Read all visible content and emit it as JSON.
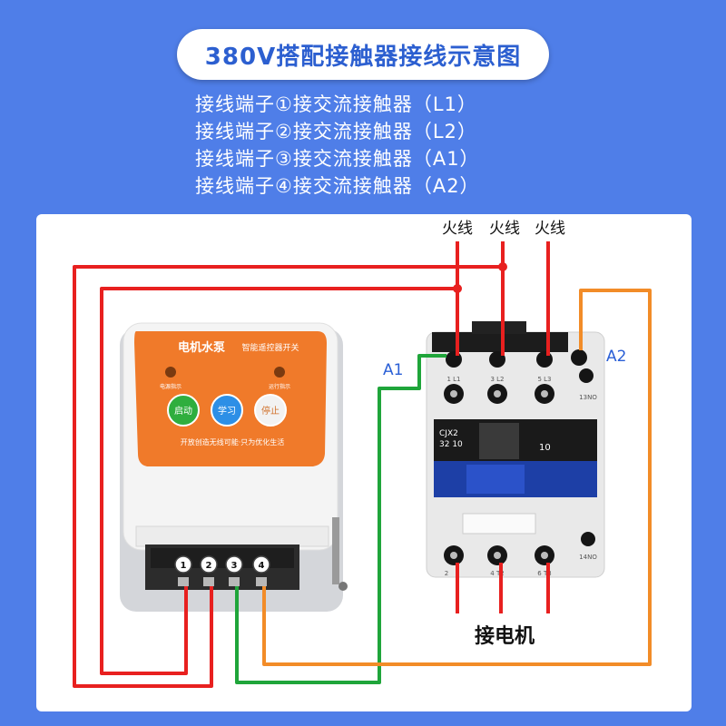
{
  "title": "380V搭配接触器接线示意图",
  "notes": [
    "接线端子①接交流接触器（L1）",
    "接线端子②接交流接触器（L2）",
    "接线端子③接交流接触器（A1）",
    "接线端子④接交流接触器（A2）"
  ],
  "labels": {
    "live_wire_1": "火线",
    "live_wire_2": "火线",
    "live_wire_3": "火线",
    "a1": "A1",
    "a2": "A2",
    "motor": "接电机"
  },
  "controller": {
    "brand": "电机水泵",
    "subtitle": "智能遥控器开关",
    "indicator_left": "电源指示",
    "indicator_right": "运行指示",
    "btn_start": "启动",
    "btn_learn": "学习",
    "btn_stop": "停止",
    "slogan": "开放创造无线可能·只为优化生活",
    "terminals": [
      "1",
      "2",
      "3",
      "4"
    ]
  },
  "contactor": {
    "model_line1": "CJX2",
    "model_line2": "32 10",
    "rating": "10",
    "top_terminals": [
      "1 L1",
      "3 L2",
      "5 L3"
    ],
    "bottom_terminals": [
      "2",
      "4 T2",
      "6 T3"
    ],
    "no_top": "13NO",
    "no_bottom": "14NO"
  },
  "colors": {
    "background": "#4f7ee8",
    "title_text": "#2c5fd0",
    "wire_red": "#e8201f",
    "wire_green": "#1fa53a",
    "wire_orange": "#f28c28",
    "controller_orange": "#f07a2a",
    "btn_start": "#2fae3e",
    "btn_learn": "#2d8fe6",
    "btn_stop": "#f2f2f2"
  }
}
